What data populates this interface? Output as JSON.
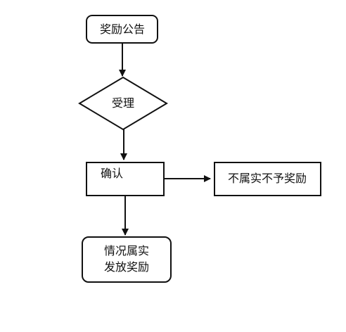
{
  "nodes": {
    "announce": {
      "label": "奖励公告"
    },
    "accept": {
      "label": "受理"
    },
    "confirm": {
      "label": "确认"
    },
    "reject": {
      "label": "不属实不予奖励"
    },
    "grant": {
      "line1": "情况属实",
      "line2": "发放奖励"
    }
  },
  "colors": {
    "stroke": "#111111",
    "fill": "#ffffff",
    "background": "#ffffff"
  }
}
